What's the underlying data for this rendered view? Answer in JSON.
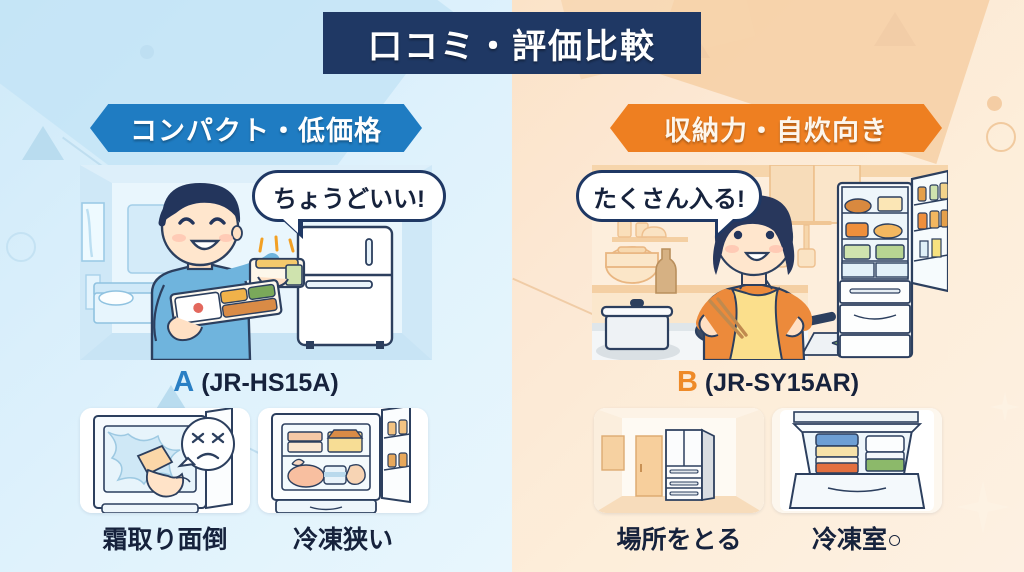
{
  "title": {
    "text": "口コミ・評価比較"
  },
  "colors": {
    "title_banner": "#1f3864",
    "left_accent": "#1f7cc2",
    "right_accent": "#ee7f21",
    "left_bg": "#d8eefb",
    "right_bg": "#fce8d4",
    "text_dark": "#16223c"
  },
  "left": {
    "header": "コンパクト・低価格",
    "bubble": "ちょうどいい!",
    "model_letter": "A",
    "model_code": "(JR-HS15A)",
    "scene_name": "man-with-bento-and-compact-fridge",
    "thumbs": [
      {
        "caption": "霜取り面倒",
        "icon": "frost-scraping-icon"
      },
      {
        "caption": "冷凍狭い",
        "icon": "packed-freezer-icon"
      }
    ]
  },
  "right": {
    "header": "収納力・自炊向き",
    "bubble": "たくさん入る!",
    "model_letter": "B",
    "model_code": "(JR-SY15AR)",
    "scene_name": "woman-cooking-with-large-open-fridge",
    "thumbs": [
      {
        "caption": "場所をとる",
        "icon": "fridge-in-room-icon"
      },
      {
        "caption": "冷凍室○",
        "icon": "freezer-drawer-containers-icon"
      }
    ]
  }
}
